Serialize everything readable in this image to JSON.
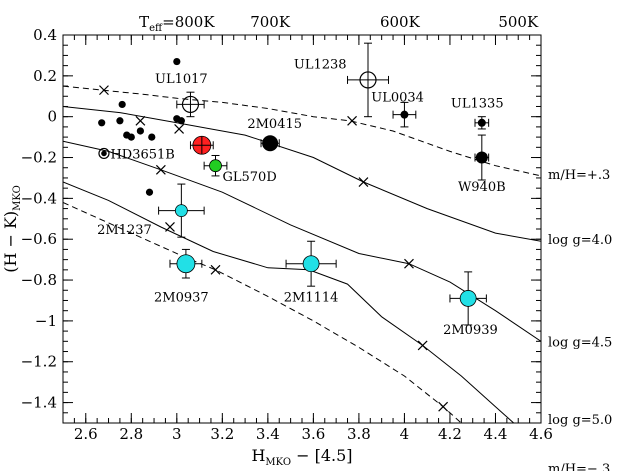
{
  "chart_data": {
    "type": "scatter",
    "title": "",
    "xlabel": {
      "main": "H",
      "sub": "MKO",
      "rest": " − [4.5]"
    },
    "ylabel": {
      "main": "(H − K)",
      "sub": "MKO"
    },
    "xlim": [
      2.5,
      4.6
    ],
    "ylim": [
      -1.5,
      0.4
    ],
    "x_ticks": [
      2.6,
      2.8,
      3.0,
      3.2,
      3.4,
      3.6,
      3.8,
      4.0,
      4.2,
      4.4,
      4.6
    ],
    "x_tick_labels": [
      "2.6",
      "2.8",
      "3",
      "3.2",
      "3.4",
      "3.6",
      "3.8",
      "4",
      "4.2",
      "4.4",
      "4.6"
    ],
    "y_ticks": [
      0.4,
      0.2,
      0.0,
      -0.2,
      -0.4,
      -0.6,
      -0.8,
      -1.0,
      -1.2,
      -1.4
    ],
    "y_tick_labels": [
      "0.4",
      "0.2",
      "0",
      "−0.2",
      "−0.4",
      "−0.6",
      "−0.8",
      "−1",
      "−1.2",
      "−1.4"
    ],
    "grid": false,
    "top_axis": {
      "labels": [
        {
          "x": 3.0,
          "text": "T",
          "sub": "eff",
          "suffix": "=800K"
        },
        {
          "x": 3.41,
          "text": "700K"
        },
        {
          "x": 3.98,
          "text": "600K"
        },
        {
          "x": 4.5,
          "text": "500K"
        }
      ]
    },
    "model_curves": [
      {
        "style": "solid",
        "label": "",
        "points": [
          [
            2.5,
            0.05
          ],
          [
            2.75,
            0.02
          ],
          [
            3.0,
            -0.03
          ],
          [
            3.3,
            -0.09
          ],
          [
            3.6,
            -0.2
          ],
          [
            3.82,
            -0.32
          ],
          [
            4.1,
            -0.45
          ],
          [
            4.4,
            -0.57
          ],
          [
            4.6,
            -0.61
          ]
        ]
      },
      {
        "style": "solid",
        "label": "",
        "points": [
          [
            2.5,
            -0.12
          ],
          [
            2.7,
            -0.17
          ],
          [
            2.93,
            -0.26
          ],
          [
            3.2,
            -0.37
          ],
          [
            3.5,
            -0.53
          ],
          [
            3.8,
            -0.67
          ],
          [
            4.02,
            -0.72
          ],
          [
            4.2,
            -0.81
          ],
          [
            4.4,
            -0.95
          ],
          [
            4.6,
            -1.1
          ]
        ]
      },
      {
        "style": "solid",
        "label": "",
        "points": [
          [
            2.5,
            -0.32
          ],
          [
            2.7,
            -0.41
          ],
          [
            2.93,
            -0.54
          ],
          [
            3.16,
            -0.66
          ],
          [
            3.4,
            -0.74
          ],
          [
            3.58,
            -0.75
          ],
          [
            3.75,
            -0.82
          ],
          [
            3.9,
            -0.98
          ],
          [
            4.08,
            -1.12
          ],
          [
            4.25,
            -1.27
          ],
          [
            4.4,
            -1.42
          ],
          [
            4.48,
            -1.5
          ]
        ]
      },
      {
        "style": "dashed",
        "label": "",
        "points": [
          [
            2.5,
            0.15
          ],
          [
            2.67,
            0.13
          ],
          [
            2.85,
            0.11
          ],
          [
            3.0,
            0.09
          ],
          [
            3.2,
            0.07
          ],
          [
            3.4,
            0.04
          ],
          [
            3.6,
            0.0
          ],
          [
            3.76,
            -0.02
          ],
          [
            3.95,
            -0.07
          ],
          [
            4.2,
            -0.17
          ],
          [
            4.4,
            -0.24
          ],
          [
            4.6,
            -0.29
          ]
        ]
      },
      {
        "style": "dashed",
        "label": "",
        "points": [
          [
            2.5,
            -0.42
          ],
          [
            2.7,
            -0.52
          ],
          [
            2.9,
            -0.62
          ],
          [
            3.04,
            -0.69
          ],
          [
            3.17,
            -0.75
          ],
          [
            3.4,
            -0.88
          ],
          [
            3.6,
            -1.0
          ],
          [
            3.8,
            -1.13
          ],
          [
            4.0,
            -1.27
          ],
          [
            4.17,
            -1.42
          ],
          [
            4.25,
            -1.5
          ]
        ]
      }
    ],
    "model_markers": [
      [
        2.68,
        0.13
      ],
      [
        2.84,
        -0.02
      ],
      [
        3.01,
        -0.06
      ],
      [
        2.93,
        -0.26
      ],
      [
        2.97,
        -0.54
      ],
      [
        3.17,
        -0.75
      ],
      [
        3.77,
        -0.02
      ],
      [
        3.82,
        -0.32
      ],
      [
        4.02,
        -0.72
      ],
      [
        4.08,
        -1.12
      ],
      [
        4.17,
        -1.42
      ]
    ],
    "small_points": [
      [
        3.0,
        0.27
      ],
      [
        2.76,
        0.06
      ],
      [
        2.67,
        -0.03
      ],
      [
        2.75,
        -0.02
      ],
      [
        2.78,
        -0.09
      ],
      [
        2.8,
        -0.1
      ],
      [
        2.84,
        -0.07
      ],
      [
        2.89,
        -0.1
      ],
      [
        3.0,
        -0.01
      ],
      [
        3.02,
        -0.02
      ],
      [
        2.88,
        -0.37
      ]
    ],
    "points": [
      {
        "name": "UL1017",
        "x": 3.06,
        "y": 0.06,
        "xerr": 0.06,
        "yerr": 0.06,
        "style": "open",
        "size": 8
      },
      {
        "name": "UL1238",
        "x": 3.84,
        "y": 0.18,
        "xerr": 0.09,
        "yerr": 0.18,
        "style": "open",
        "size": 8
      },
      {
        "name": "UL0034",
        "x": 4.0,
        "y": 0.01,
        "xerr": 0.05,
        "yerr": 0.06,
        "style": "black",
        "size": 4
      },
      {
        "name": "UL1335",
        "x": 4.34,
        "y": -0.03,
        "xerr": 0.03,
        "yerr": 0.03,
        "style": "black",
        "size": 4
      },
      {
        "name": "2M0415",
        "x": 3.41,
        "y": -0.13,
        "xerr": 0.04,
        "yerr": 0.03,
        "style": "black",
        "size": 8
      },
      {
        "name": "HD3651B",
        "x": 2.68,
        "y": -0.18,
        "xerr": 0.0,
        "yerr": 0.0,
        "style": "ringdot",
        "size": 5
      },
      {
        "name": "GL570D",
        "x": 3.17,
        "y": -0.24,
        "xerr": 0.05,
        "yerr": 0.05,
        "style": "green",
        "size": 6
      },
      {
        "name": "",
        "x": 3.11,
        "y": -0.14,
        "xerr": 0.05,
        "yerr": 0.04,
        "style": "red",
        "size": 9
      },
      {
        "name": "W940B",
        "x": 4.34,
        "y": -0.2,
        "xerr": 0.03,
        "yerr": 0.11,
        "style": "black",
        "size": 6
      },
      {
        "name": "2M1237",
        "x": 3.02,
        "y": -0.46,
        "xerr": 0.1,
        "yerr": 0.13,
        "style": "cyan",
        "size": 6
      },
      {
        "name": "2M0937",
        "x": 3.04,
        "y": -0.72,
        "xerr": 0.07,
        "yerr": 0.07,
        "style": "cyan",
        "size": 9
      },
      {
        "name": "2M1114",
        "x": 3.59,
        "y": -0.72,
        "xerr": 0.11,
        "yerr": 0.11,
        "style": "cyan",
        "size": 8
      },
      {
        "name": "2M0939",
        "x": 4.28,
        "y": -0.89,
        "xerr": 0.08,
        "yerr": 0.13,
        "style": "cyan",
        "size": 8
      }
    ],
    "annotations": [
      {
        "text": "UL1017",
        "x": 3.02,
        "y": 0.19
      },
      {
        "text": "UL1238",
        "x": 3.63,
        "y": 0.26
      },
      {
        "text": "UL0034",
        "x": 3.97,
        "y": 0.1
      },
      {
        "text": "UL1335",
        "x": 4.32,
        "y": 0.07
      },
      {
        "text": "2M0415",
        "x": 3.43,
        "y": -0.03
      },
      {
        "text": "HD3651B",
        "x": 2.85,
        "y": -0.18
      },
      {
        "text": "GL570D",
        "x": 3.32,
        "y": -0.29
      },
      {
        "text": "W940B",
        "x": 4.34,
        "y": -0.34
      },
      {
        "text": "2M1237",
        "x": 2.77,
        "y": -0.55
      },
      {
        "text": "2M0937",
        "x": 3.02,
        "y": -0.88
      },
      {
        "text": "2M1114",
        "x": 3.59,
        "y": -0.88
      },
      {
        "text": "2M0939",
        "x": 4.29,
        "y": -1.04
      }
    ],
    "side_labels": [
      {
        "text": "m/H=+.3",
        "y": -0.28
      },
      {
        "text": "log g=4.0",
        "y": -0.6
      },
      {
        "text": "log g=4.5",
        "y": -1.1
      },
      {
        "text": "log g=5.0",
        "y": -1.48
      },
      {
        "text": "m/H=−.3",
        "y": -1.72
      }
    ],
    "colors": {
      "red": "#ff2020",
      "green": "#22cc22",
      "cyan": "#22e0e6",
      "black": "#000000"
    }
  }
}
